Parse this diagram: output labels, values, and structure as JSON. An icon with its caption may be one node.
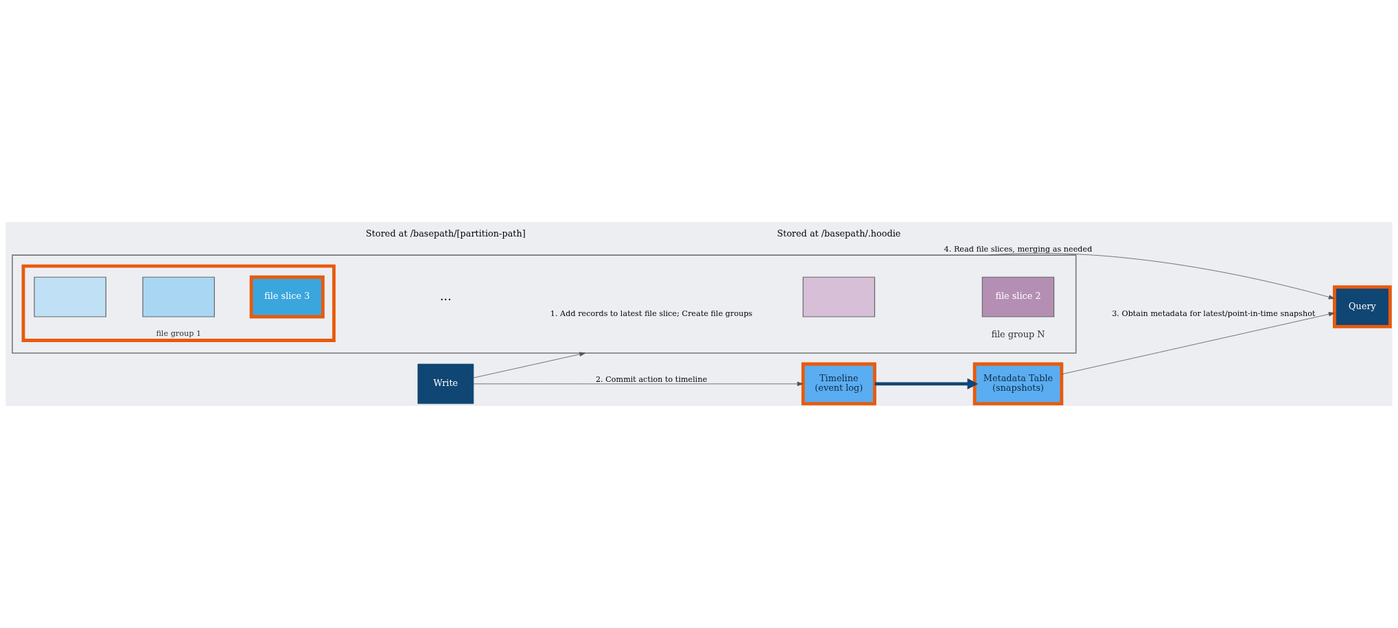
{
  "diagram": {
    "nodes": [
      {
        "text": [],
        "shape": "box"
      },
      {
        "text": [
          "file group 1"
        ],
        "in": 0
      },
      {
        "text": [],
        "shape": "box",
        "in": 1
      },
      {
        "text": [],
        "shape": "box",
        "in": 1
      },
      {
        "text": [
          "file slice 3"
        ],
        "in": 1
      },
      {
        "text": [],
        "shape": "box",
        "in": 0
      },
      {
        "text": [
          "file slice 2"
        ],
        "in": 0,
        "beside": [
          "file group N"
        ]
      },
      {
        "text": [
          "Write"
        ]
      },
      {
        "text": [
          "Query"
        ]
      },
      {
        "text": [
          "Timeline",
          "(event log)"
        ]
      },
      {
        "text": [
          "Metadata Table",
          "(snapshots)"
        ]
      }
    ],
    "edges": [
      {
        "from": 7,
        "to": 0,
        "arrow": "to",
        "label": "1. Add records to latest file slice; Create file groups"
      },
      {
        "from": 7,
        "to": 9,
        "arrow": "to",
        "label": "2. Commit action to timeline"
      },
      {
        "from": 9,
        "to": 10,
        "arrow": "to",
        "style": "thick",
        "color": "#0f4673"
      },
      {
        "from": 10,
        "to": 8,
        "arrow": "to",
        "label": "3. Obtain metadata for latest/point-in-time snapshot"
      },
      {
        "from": 0,
        "to": 8,
        "arrow": "to",
        "label": "4. Read file slices, merging as needed"
      }
    ],
    "labels": [
      "Stored at /basepath/[partition-path]",
      "...",
      "Stored at /basepath/.hoodie"
    ]
  }
}
